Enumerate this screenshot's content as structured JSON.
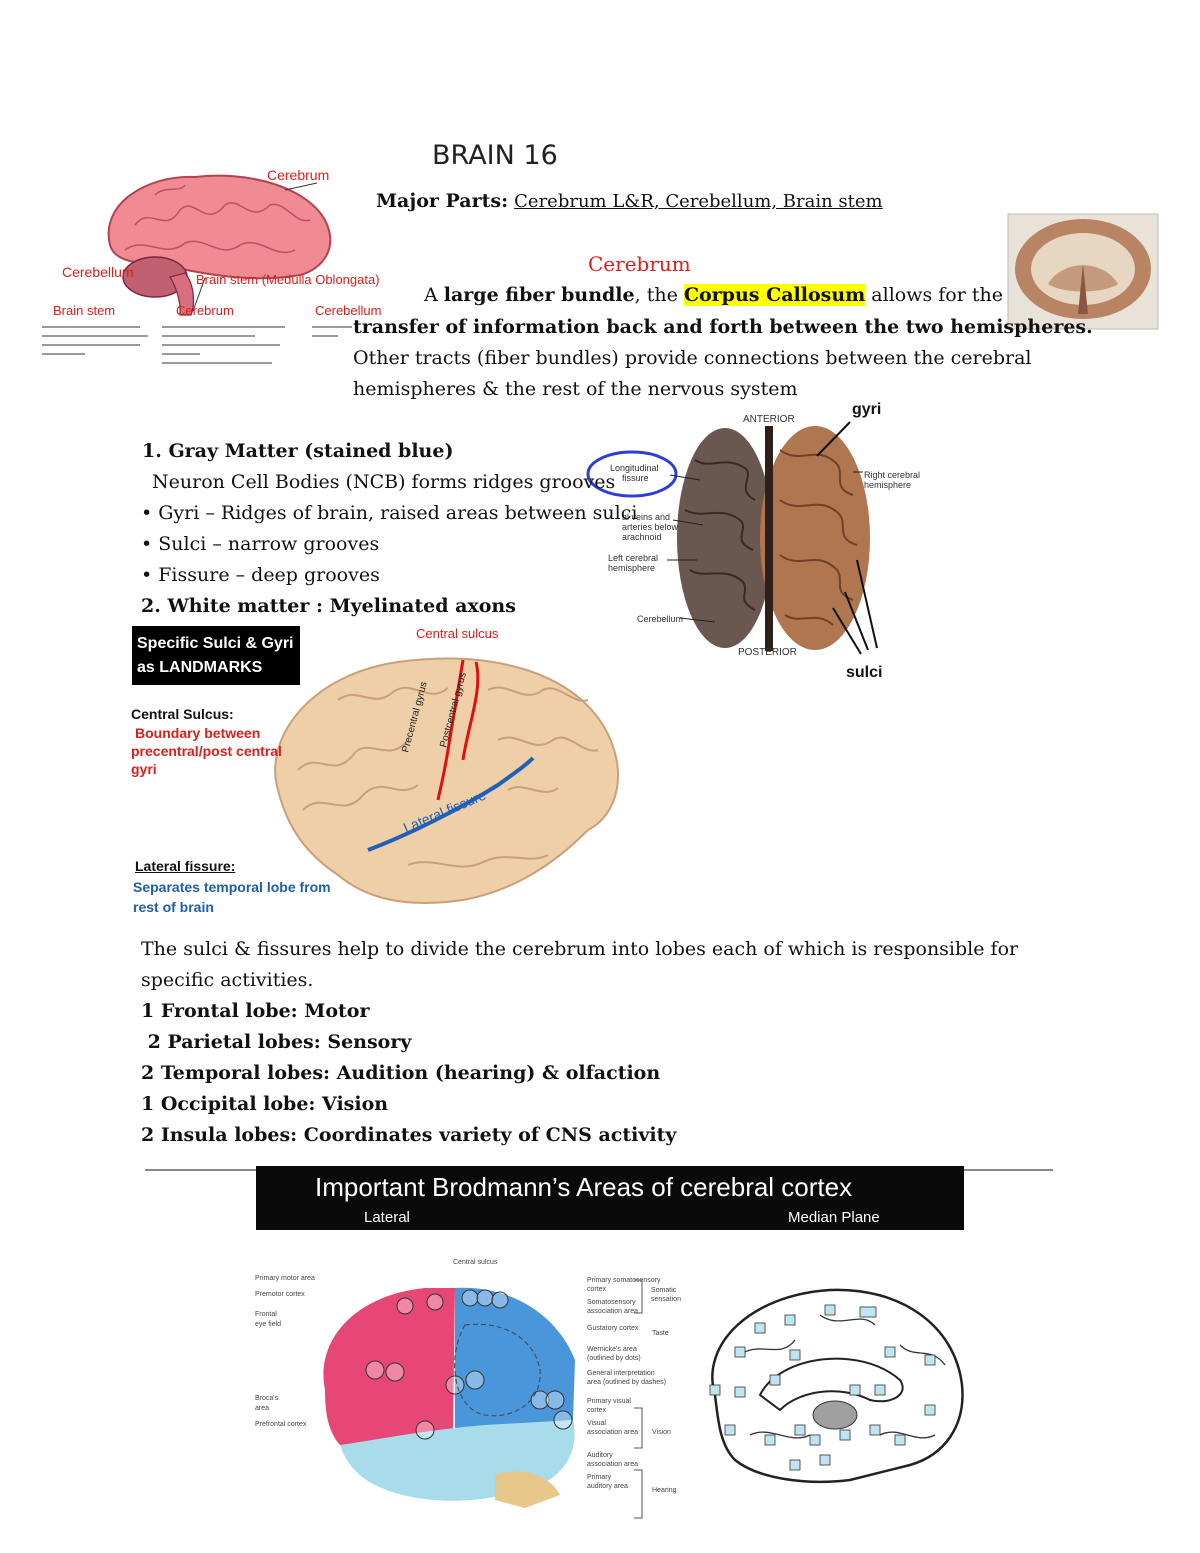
{
  "title": "BRAIN 16",
  "major_parts": {
    "label": "Major Parts:",
    "value": "Cerebrum  L&R, Cerebellum, Brain stem"
  },
  "fig1": {
    "cerebrum": "Cerebrum",
    "cerebellum": "Cerebellum",
    "brain_stem": "Brain stem (Medulla Oblongata)",
    "table_headers": [
      "Brain stem",
      "Cerebrum",
      "Cerebellum"
    ]
  },
  "cerebrum_section": {
    "heading": "Cerebrum",
    "p1_a": "A ",
    "p1_b": "large fiber bundle",
    "p1_c": ", the ",
    "p1_d": "Corpus Callosum",
    "p1_e": " allows for the",
    "p1_line2": "transfer of information back and forth between the two hemispheres.",
    "p2_line1": "Other tracts (fiber bundles) provide connections between the cerebral",
    "p2_line2": "hemispheres & the rest of the nervous system"
  },
  "fig_superior": {
    "anterior": "ANTERIOR",
    "posterior": "POSTERIOR",
    "gyri": "gyri",
    "sulci": "sulci",
    "longitudinal": [
      "Longitudinal",
      "fissure"
    ],
    "right_hemi": [
      "Right cerebral",
      "hemisphere"
    ],
    "veins": [
      "al veins and",
      "arteries below",
      "arachnoid"
    ],
    "left_hemi": [
      "Left cerebral",
      "hemisphere"
    ],
    "cerebellum": "Cerebellum"
  },
  "matter": {
    "gray_heading": "1. Gray Matter (stained blue)",
    "gray_desc": "Neuron Cell Bodies (NCB) forms ridges grooves",
    "bullets": [
      "• Gyri – Ridges of brain, raised areas between sulci",
      "• Sulci – narrow grooves",
      "• Fissure – deep grooves"
    ],
    "white_heading": "2. White matter : Myelinated axons"
  },
  "landmarks": {
    "box": [
      "Specific Sulci & Gyri",
      "as LANDMARKS"
    ],
    "central_sulcus_label": "Central sulcus",
    "central_sulcus_title": "Central Sulcus:",
    "central_sulcus_desc": [
      "Boundary between",
      "precentral/post central",
      "gyri"
    ],
    "precentral": "Precentral gyrus",
    "postcentral": "Postcentral gyrus",
    "lateral_fissure_label": "Lateral fissure",
    "lateral_title": "Lateral fissure:",
    "lateral_desc": [
      "Separates temporal lobe from",
      "rest of brain"
    ]
  },
  "lobes": {
    "intro_line1": "The sulci & fissures help to divide the cerebrum into lobes each of which is responsible for",
    "intro_line2": "specific activities.",
    "items": [
      "1 Frontal lobe: Motor",
      " 2 Parietal lobes: Sensory",
      "2 Temporal lobes: Audition (hearing) & olfaction",
      "1 Occipital lobe: Vision",
      "2 Insula lobes: Coordinates variety of CNS activity"
    ]
  },
  "brodmann": {
    "banner_title": "Important Brodmann’s Areas of cerebral cortex",
    "lateral": "Lateral",
    "median": "Median Plane",
    "left_labels": [
      "Primary motor area",
      "Premotor cortex",
      "Frontal",
      "eye field",
      "Broca's",
      "area",
      "Prefrontal cortex"
    ],
    "top_label": "Central sulcus",
    "right_labels": [
      "Primary somatosensory",
      "cortex",
      "Somatosensory",
      "association area",
      "Gustatory cortex",
      "Wernicke's area",
      "(outlined by dots)",
      "General interpretation",
      "area (outlined by dashes)",
      "Primary visual",
      "cortex",
      "Visual",
      "association area",
      "Auditory",
      "association area",
      "Primary",
      "auditory area"
    ],
    "group_labels": [
      "Somatic",
      "sensation",
      "Taste",
      "Vision",
      "Hearing"
    ]
  },
  "colors": {
    "red": "#d8201c",
    "blue": "#1f5fa8",
    "highlight": "#ffff00",
    "frontal": "#e33f6b",
    "parietal": "#3d8fd6"
  }
}
